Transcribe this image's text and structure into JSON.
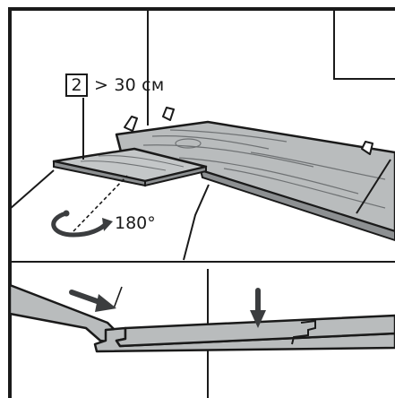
{
  "step": {
    "number": "2",
    "distance_label": "> 30 см"
  },
  "rotation": {
    "angle_label": "180°"
  },
  "colors": {
    "outline": "#1a1a1a",
    "plank_fill": "#b9bcbd",
    "plank_dark": "#8d9092",
    "arrow": "#3b3d3f",
    "background": "#ffffff"
  }
}
